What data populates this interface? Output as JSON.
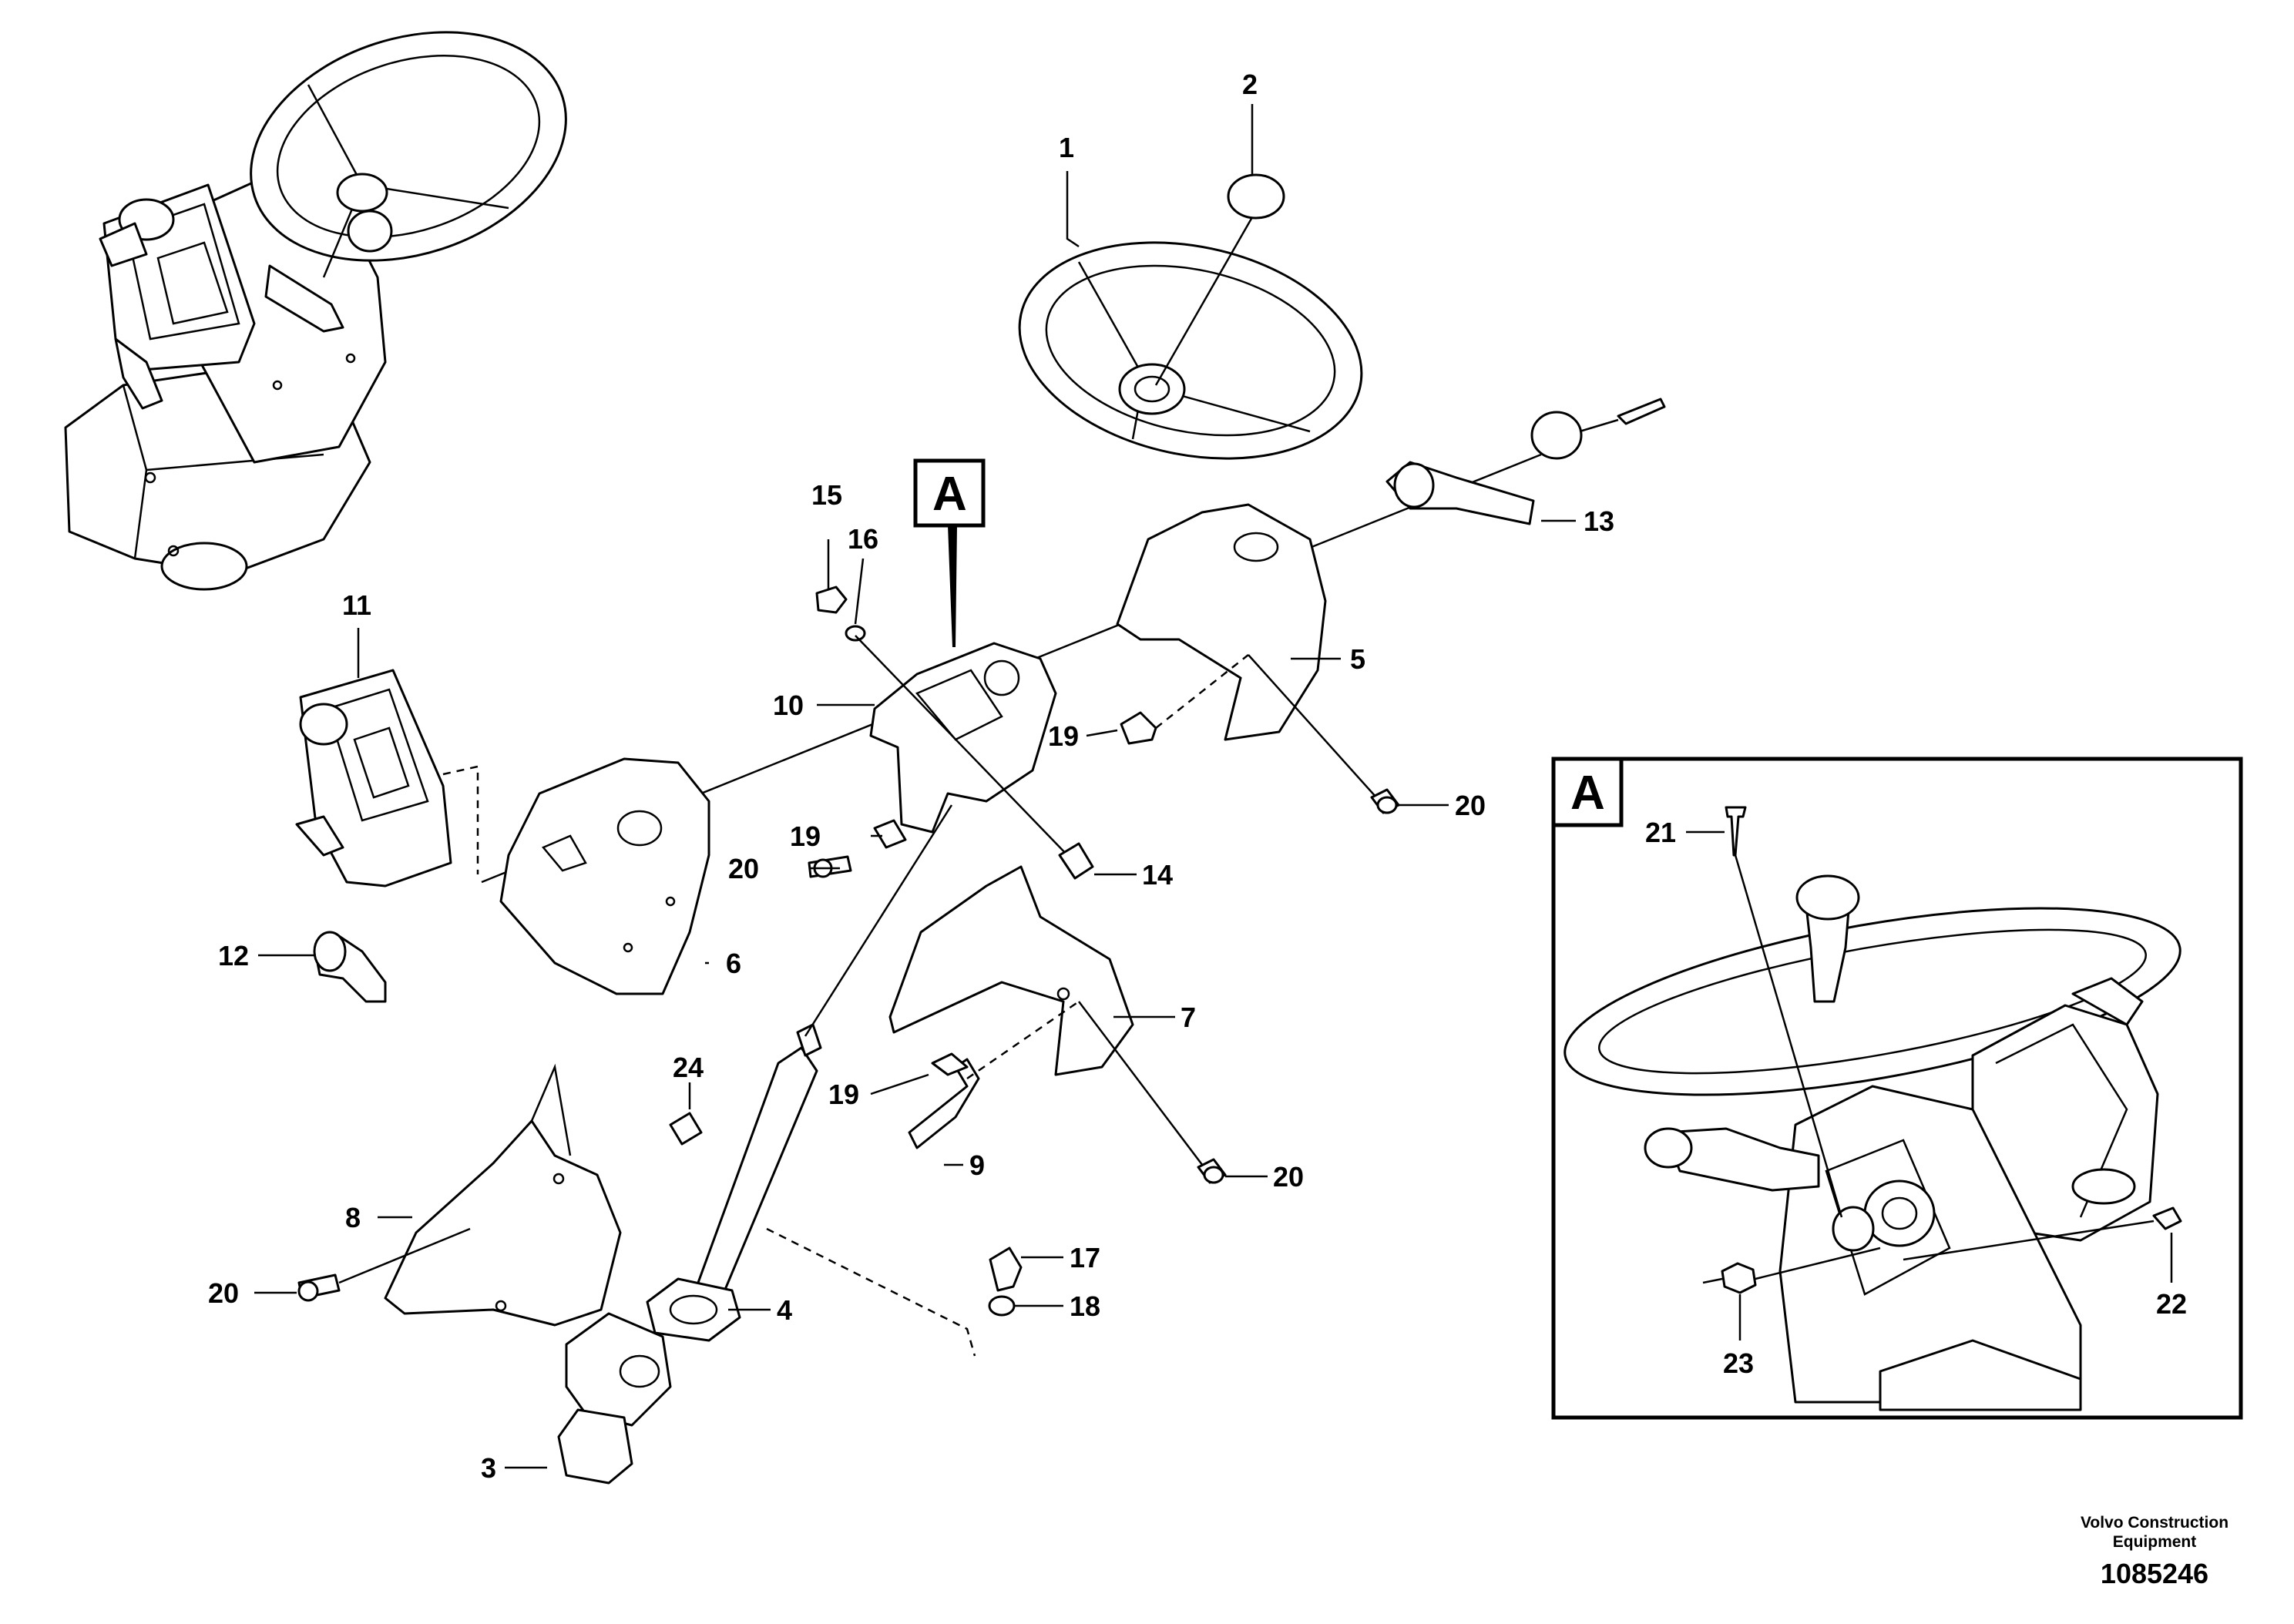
{
  "callouts": {
    "c1": "1",
    "c2": "2",
    "c3": "3",
    "c4": "4",
    "c5": "5",
    "c6": "6",
    "c7": "7",
    "c8": "8",
    "c9": "9",
    "c10": "10",
    "c11": "11",
    "c12": "12",
    "c13": "13",
    "c14": "14",
    "c15": "15",
    "c16": "16",
    "c17": "17",
    "c18": "18",
    "c19a": "19",
    "c19b": "19",
    "c19c": "19",
    "c20a": "20",
    "c20b": "20",
    "c20c": "20",
    "c20d": "20",
    "c21": "21",
    "c22": "22",
    "c23": "23",
    "c24": "24"
  },
  "detail": {
    "tag_main": "A",
    "tag_inset": "A"
  },
  "footer": {
    "company": "Volvo Construction",
    "company2": "Equipment",
    "doc_number": "1085246"
  }
}
